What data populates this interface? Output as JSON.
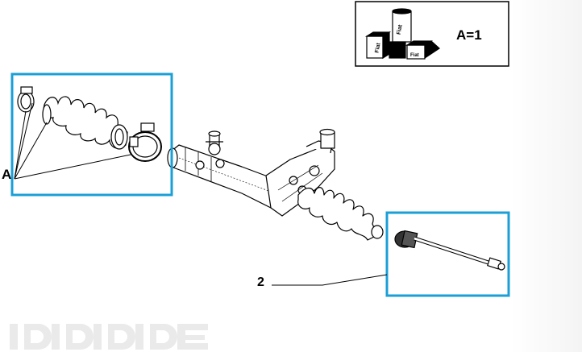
{
  "labels": {
    "group_a": "A",
    "item_2": "2",
    "ratio": "A=1"
  },
  "box_package_text": {
    "can": "Fiat",
    "left_box": "Fiat",
    "right_box": "Fiat"
  },
  "colors": {
    "highlight": "#1a9fd6",
    "line": "#000000",
    "background": "#ffffff"
  },
  "icons": {
    "package": "parts-package-icon",
    "rack": "steering-rack-drawing",
    "boot": "bellows-boot-drawing",
    "clamp": "hose-clamp-drawing",
    "tie_rod": "inner-tie-rod-drawing"
  }
}
